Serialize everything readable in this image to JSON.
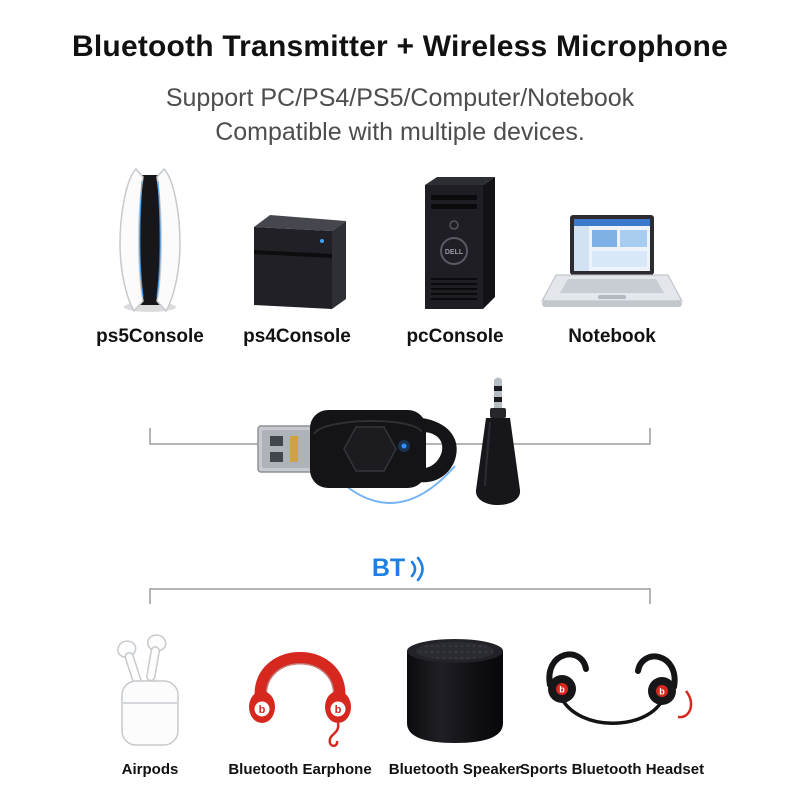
{
  "header": {
    "title": "Bluetooth Transmitter + Wireless Microphone",
    "subtitle_line1": "Support PC/PS4/PS5/Computer/Notebook",
    "subtitle_line2": "Compatible with multiple devices."
  },
  "top_devices": [
    {
      "label": "ps5Console",
      "icon": "ps5-console-icon"
    },
    {
      "label": "ps4Console",
      "icon": "ps4-console-icon"
    },
    {
      "label": "pcConsole",
      "icon": "pc-tower-icon"
    },
    {
      "label": "Notebook",
      "icon": "laptop-icon"
    }
  ],
  "center": {
    "bt_label": "BT",
    "products": [
      "usb-bluetooth-adapter",
      "wireless-microphone-dongle"
    ],
    "signal_icon": "bluetooth-signal-arcs"
  },
  "bottom_devices": [
    {
      "label": "Airpods",
      "icon": "airpods-icon"
    },
    {
      "label": "Bluetooth Earphone",
      "icon": "headphones-icon"
    },
    {
      "label": "Bluetooth Speaker",
      "icon": "speaker-icon"
    },
    {
      "label": "Sports Bluetooth Headset",
      "icon": "sports-headset-icon"
    }
  ],
  "colors": {
    "accent_blue": "#1f7fe3",
    "signal_blue": "#67abf3",
    "beats_red": "#d7281f",
    "title_text": "#111111",
    "subtitle_text": "#4d4d4d"
  }
}
